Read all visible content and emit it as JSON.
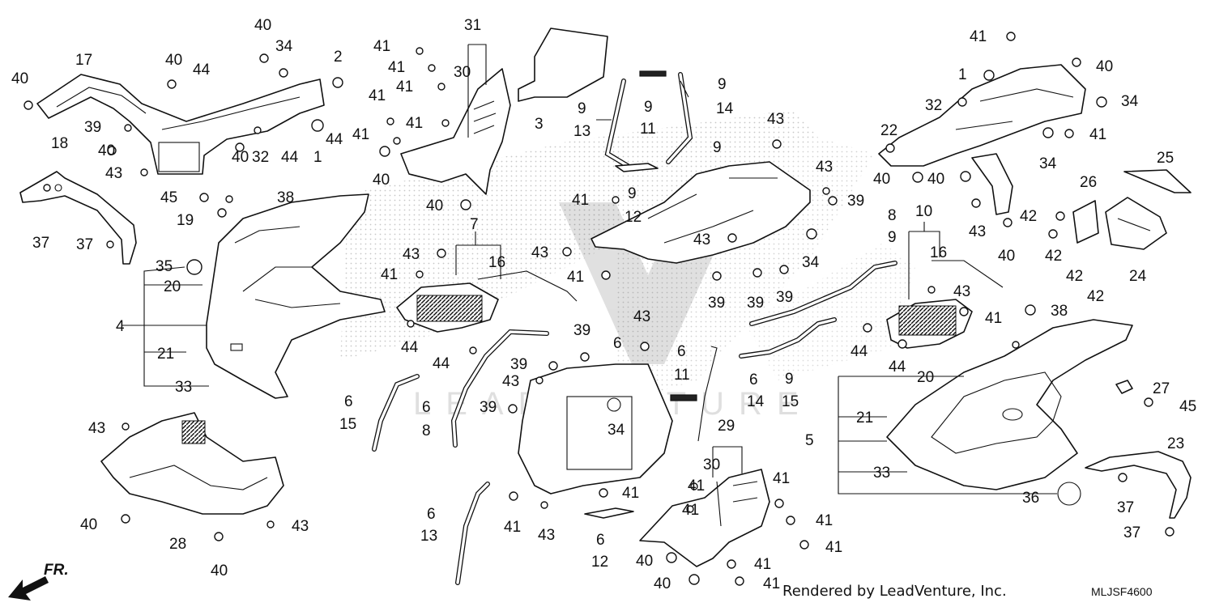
{
  "footer": {
    "credit": "Rendered by LeadVenture, Inc.",
    "diagram_code": "MLJSF4600",
    "direction_label": "FR."
  },
  "callouts": [
    "1",
    "2",
    "3",
    "4",
    "5",
    "6",
    "7",
    "8",
    "9",
    "10",
    "11",
    "12",
    "13",
    "14",
    "15",
    "16",
    "17",
    "18",
    "19",
    "20",
    "21",
    "22",
    "23",
    "24",
    "25",
    "26",
    "27",
    "28",
    "29",
    "30",
    "31",
    "32",
    "33",
    "34",
    "35",
    "36",
    "37",
    "38",
    "39",
    "40",
    "41",
    "42",
    "43",
    "44",
    "45"
  ],
  "icons": [
    "watermark-logo",
    "front-direction-arrow"
  ]
}
